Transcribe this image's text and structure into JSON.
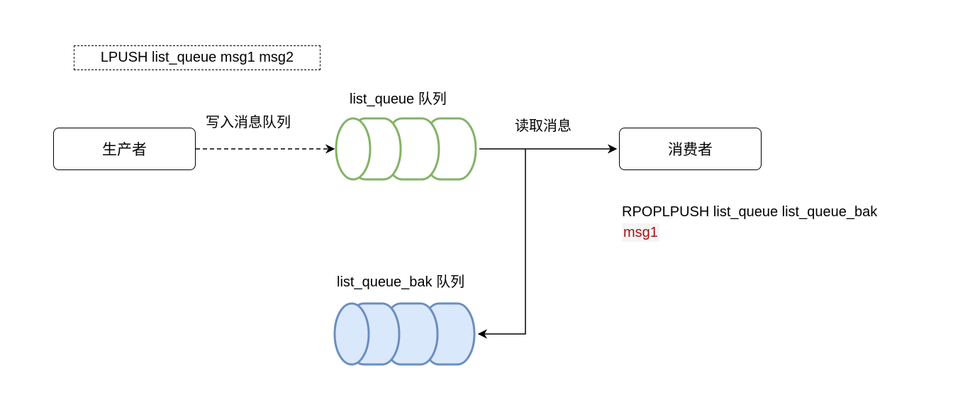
{
  "nodes": {
    "producer": "生产者",
    "consumer": "消费者"
  },
  "queues": {
    "main": {
      "title": "list_queue 队列"
    },
    "backup": {
      "title": "list_queue_bak 队列"
    }
  },
  "edges": {
    "write": "写入消息队列",
    "read": "读取消息"
  },
  "commands": {
    "lpush": "LPUSH list_queue msg1 msg2",
    "rpoplpush": "RPOPLPUSH list_queue list_queue_bak",
    "rpoplpush_result": "msg1"
  },
  "colors": {
    "main_queue_stroke": "#82b366",
    "main_queue_fill": "#ffffff",
    "backup_queue_stroke": "#6c8ebf",
    "backup_queue_fill": "#dae8fc",
    "result_text": "#a31515"
  }
}
